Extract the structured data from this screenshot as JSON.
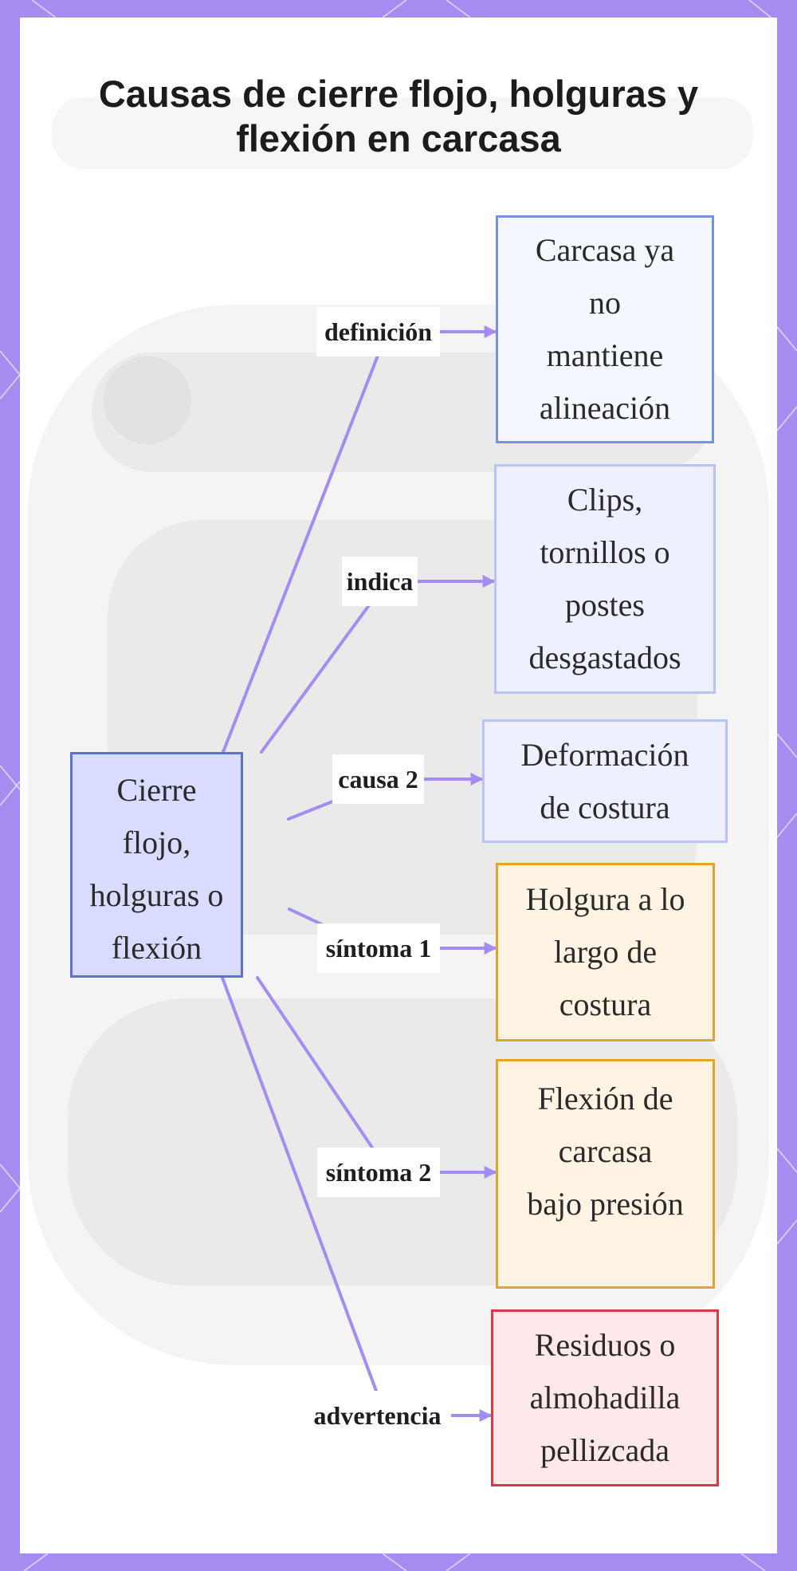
{
  "title": "Causas de cierre flojo, holguras y flexión en carcasa",
  "colors": {
    "frame": "#a48cf0",
    "edge": "#a48cf0",
    "root_fill": "#d9dcff",
    "root_border": "#5b73cf",
    "definition_border": "#7195e4",
    "cause_border": "#b7c4f5",
    "symptom_fill": "#fff4e4",
    "symptom_border": "#e8a22a",
    "warning_fill": "#ffe8ea",
    "warning_border": "#d43c48"
  },
  "root": {
    "lines": [
      "Cierre flojo,",
      "holguras o",
      "flexión"
    ]
  },
  "branches": [
    {
      "label": "definición",
      "lines": [
        "Carcasa ya",
        "no",
        "mantiene",
        "alineación"
      ]
    },
    {
      "label": "indica",
      "lines": [
        "Clips,",
        "tornillos o",
        "postes",
        "desgastados"
      ]
    },
    {
      "label": "causa 2",
      "lines": [
        "Deformación",
        "de costura"
      ]
    },
    {
      "label": "síntoma 1",
      "lines": [
        "Holgura a lo",
        "largo de",
        "costura"
      ]
    },
    {
      "label": "síntoma 2",
      "lines": [
        "Flexión de",
        "carcasa",
        "bajo presión"
      ]
    },
    {
      "label": "advertencia",
      "lines": [
        "Residuos o",
        "almohadilla",
        "pellizcada"
      ]
    }
  ]
}
